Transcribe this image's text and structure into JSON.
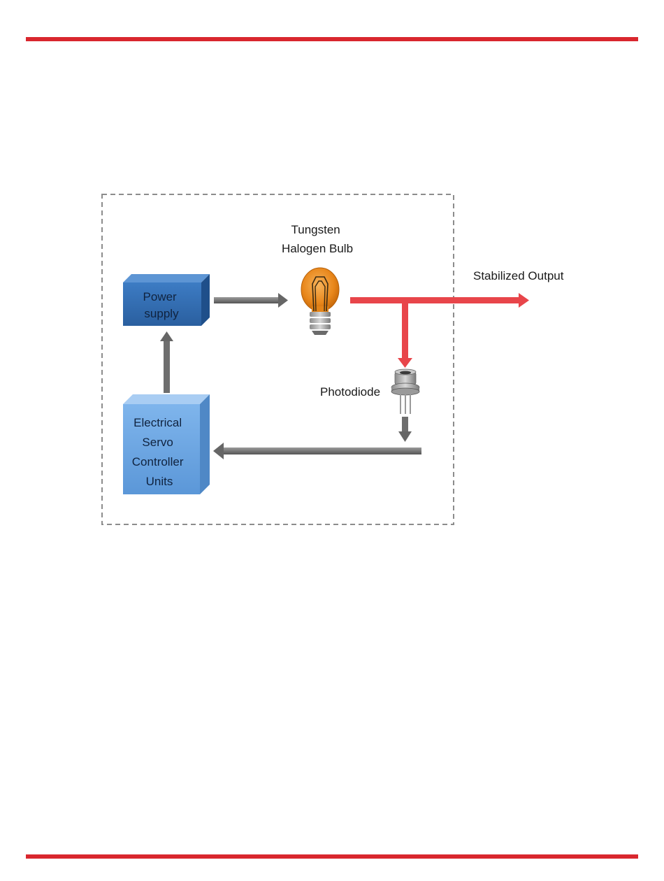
{
  "header_rule_color": "#d9272e",
  "diagram": {
    "nodes": {
      "bulb": {
        "icon": "light-bulb-icon",
        "label_lines": [
          "Tungsten",
          "Halogen Bulb"
        ]
      },
      "power_supply": {
        "label_lines": [
          "Power",
          "supply"
        ]
      },
      "servo": {
        "label_lines": [
          "Electrical",
          "Servo",
          "Controller",
          "Units"
        ]
      },
      "photodiode": {
        "icon": "photodiode-icon",
        "label": "Photodiode"
      },
      "output": {
        "label": "Stabilized Output"
      }
    },
    "colors": {
      "signal_arrow": "#e8454a",
      "flow_arrow": "#6e6e6e",
      "box_dark": "#2f6db5",
      "box_light": "#6aa6e4",
      "bulb": "#e88a1a",
      "border_dash": "#8c8c8c"
    }
  }
}
